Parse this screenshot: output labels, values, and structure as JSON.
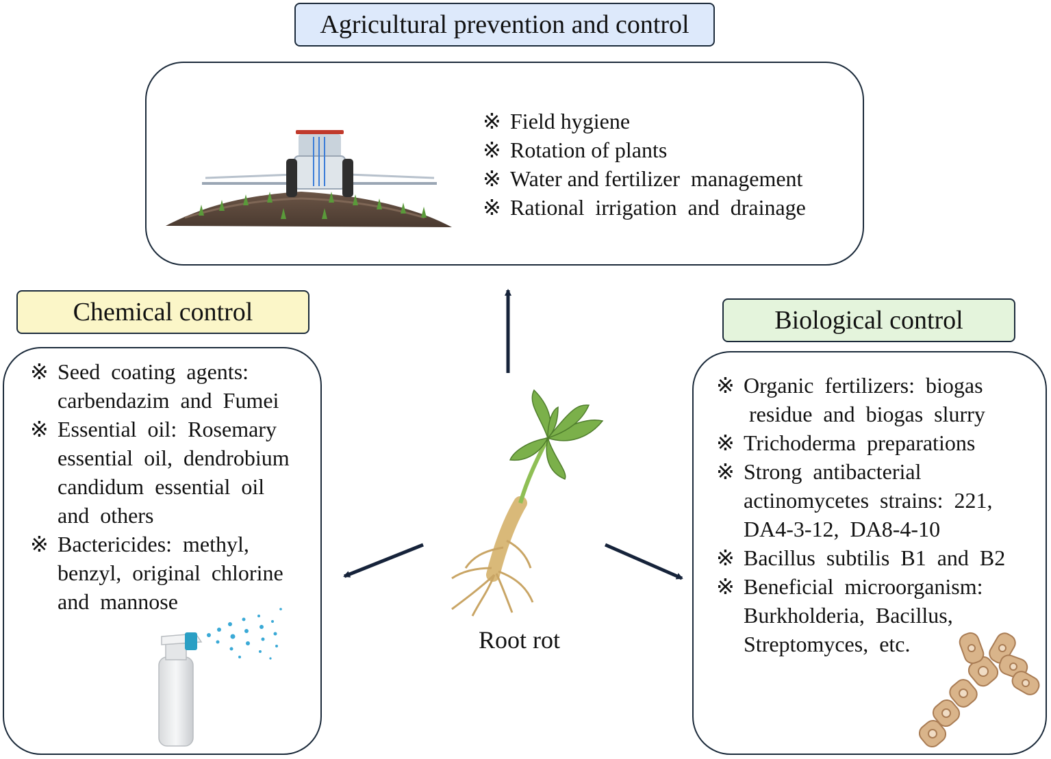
{
  "agricultural": {
    "title": "Agricultural prevention and control",
    "title_color": "#dde9fb",
    "items": [
      "Field hygiene",
      "Rotation of plants",
      "Water and fertilizer  management",
      "Rational  irrigation  and  drainage"
    ]
  },
  "chemical": {
    "title": "Chemical control",
    "title_color": "#fbf6c8",
    "lines": [
      {
        "mark": true,
        "text": "Seed  coating  agents:"
      },
      {
        "mark": false,
        "text": "carbendazim  and  Fumei"
      },
      {
        "mark": true,
        "text": "Essential  oil:  Rosemary"
      },
      {
        "mark": false,
        "text": "essential  oil,  dendrobium"
      },
      {
        "mark": false,
        "text": "candidum  essential  oil"
      },
      {
        "mark": false,
        "text": "and  others"
      },
      {
        "mark": true,
        "text": "Bactericides:  methyl,"
      },
      {
        "mark": false,
        "text": "benzyl,  original  chlorine"
      },
      {
        "mark": false,
        "text": "and  mannose"
      }
    ]
  },
  "biological": {
    "title": "Biological control",
    "title_color": "#e4f4dc",
    "lines": [
      {
        "mark": true,
        "text": "Organic  fertilizers:  biogas"
      },
      {
        "mark": false,
        "text": " residue  and  biogas  slurry"
      },
      {
        "mark": true,
        "text": "Trichoderma  preparations"
      },
      {
        "mark": true,
        "text": "Strong  antibacterial"
      },
      {
        "mark": false,
        "text": "actinomycetes  strains:  221,"
      },
      {
        "mark": false,
        "text": "DA4-3-12,  DA8-4-10"
      },
      {
        "mark": true,
        "text": "Bacillus  subtilis  B1  and  B2"
      },
      {
        "mark": true,
        "text": "Beneficial  microorganism:"
      },
      {
        "mark": false,
        "text": "Burkholderia,  Bacillus,"
      },
      {
        "mark": false,
        "text": "Streptomyces,  etc."
      }
    ]
  },
  "center": {
    "label": "Root rot"
  },
  "marker": "※",
  "colors": {
    "border": "#1b2a3a",
    "arrow": "#16233a"
  },
  "icons": [
    "tractor-sprayer-icon",
    "ginseng-root-icon",
    "spray-bottle-icon",
    "fungus-hyphae-icon"
  ]
}
